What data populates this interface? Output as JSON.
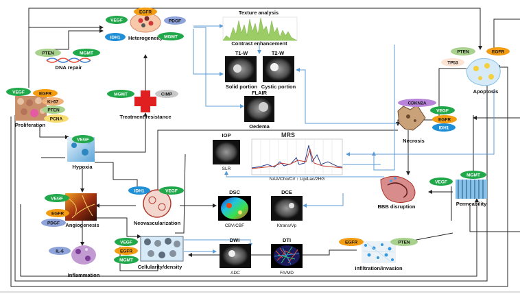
{
  "nodes": {
    "heterogeneity": "Heterogeneity",
    "dna_repair": "DNA repair",
    "treatment_resistance": "Treatment resistance",
    "proliferation": "Proliferation",
    "hypoxia": "Hypoxia",
    "angiogenesis": "Angiogenesis",
    "inflammation": "Inflammation",
    "neovascularization": "Neovascularization",
    "cellularity": "Cellularity/density",
    "apoptosis": "Apoptosis",
    "necrosis": "Necrosis",
    "bbb": "BBB disruption",
    "permeability": "Permeability",
    "infiltration": "Infiltration/invasion"
  },
  "imaging": {
    "texture": "Texture analysis",
    "contrast": "Contrast enhancement",
    "t1w": "T1-W",
    "t2w": "T2-W",
    "solid": "Solid portion",
    "cystic": "Cystic portion",
    "flair": "FLAIR",
    "oedema": "Oedema",
    "iop": "IOP",
    "slr": "SLR",
    "mrs": "MRS",
    "mrs_peaks": "NAA/Cho/Cr/ ↑ Lip/Lac/2HG",
    "dsc": "DSC",
    "cbv": "CBV/CBF",
    "dce": "DCE",
    "ktrans": "Ktrans/Vp",
    "dwi": "DWI",
    "adc": "ADC",
    "dti": "DTI",
    "fa": "FA/MD"
  },
  "markers": {
    "het_vegf": "VEGF",
    "het_egfr": "EGFR",
    "het_pdgf": "PDGF",
    "het_idh1": "IDH1",
    "het_mgmt": "MGMT",
    "dna_pten": "PTEN",
    "dna_mgmt": "MGMT",
    "tr_mgmt": "MGMT",
    "tr_cimp": "CIMP",
    "pro_vegf": "VEGF",
    "pro_egfr": "EGFR",
    "pro_ki67": "Ki-67",
    "pro_pten": "PTEN",
    "pro_pcna": "PCNA",
    "hyp_vegf": "VEGF",
    "ang_vegf": "VEGF",
    "ang_egfr": "EGFR",
    "ang_pdgf": "PDGF",
    "inf_il6": "IL-6",
    "neo_idh1": "IDH1",
    "neo_vegf": "VEGF",
    "cel_vegf": "VEGF",
    "cel_egfr": "EGFR",
    "cel_mgmt": "MGMT",
    "apo_pten": "PTEN",
    "apo_egfr": "EGFR",
    "apo_tp53": "TP53",
    "nec_cdkn2a": "CDKN2A",
    "nec_vegf": "VEGF",
    "nec_egfr": "EGFR",
    "nec_idh1": "IDH1",
    "perm_mgmt": "MGMT",
    "perm_vegf": "VEGF",
    "infl_egfr": "EGFR",
    "infl_pten": "PTEN"
  },
  "colors": {
    "green": "#21a84a",
    "orange": "#f39c12",
    "blue": "#1f8fd6",
    "lavender": "#8ea3d9",
    "grey": "#c8c8c8",
    "lightgreen": "#a9d18e",
    "purple": "#9b59b6",
    "red": "#e02020",
    "peach": "#fde3d3"
  }
}
